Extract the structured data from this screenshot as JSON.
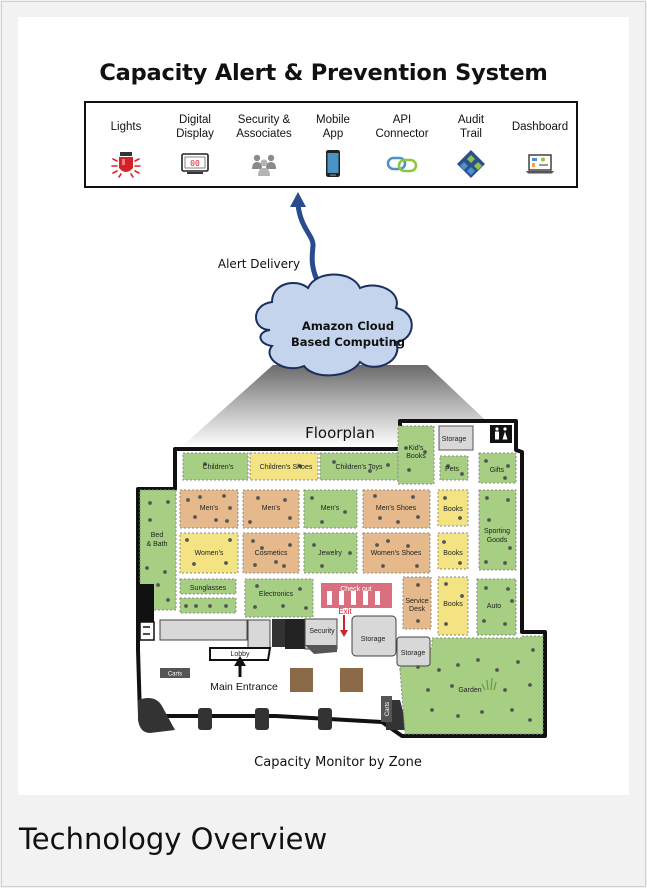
{
  "title": "Capacity Alert & Prevention System",
  "channels": [
    {
      "label": "Lights",
      "icon": "siren-light-icon"
    },
    {
      "label": "Digital\nDisplay",
      "icon": "digital-display-icon"
    },
    {
      "label": "Security &\nAssociates",
      "icon": "people-group-icon"
    },
    {
      "label": "Mobile\nApp",
      "icon": "smartphone-icon"
    },
    {
      "label": "API\nConnector",
      "icon": "chain-link-icon"
    },
    {
      "label": "Audit\nTrail",
      "icon": "audit-diamond-icon"
    },
    {
      "label": "Dashboard",
      "icon": "dashboard-laptop-icon"
    }
  ],
  "display_digits": "00",
  "alert_delivery": "Alert Delivery",
  "cloud": {
    "line1": "Amazon Cloud",
    "line2": "Based Computing"
  },
  "floorplan": {
    "title": "Floorplan",
    "zones": {
      "childrens": "Children's",
      "childrens_shoes": "Children's Shoes",
      "childrens_toys": "Children's Toys",
      "kids_books": "Kid's\nBooks",
      "storage_top": "Storage",
      "pets": "Pets",
      "gifts": "Gifts",
      "mens1": "Men's",
      "mens2": "Men's",
      "mens3": "Men's",
      "mens_shoes": "Men's Shoes",
      "books1": "Books",
      "books2": "Books",
      "books3": "Books",
      "sporting_goods": "Sporting\nGoods",
      "bed_bath": "Bed\n& Bath",
      "womens": "Women's",
      "cosmetics": "Cosmetics",
      "jewelry": "Jewelry",
      "womens_shoes": "Women's Shoes",
      "sunglasses": "Sunglasses",
      "electronics": "Electronics",
      "checkout": "Check out",
      "service_desk": "Service\nDesk",
      "auto": "Auto",
      "exit": "Exit",
      "security": "Security",
      "storage_mid": "Storage",
      "storage_low": "Storage",
      "lobby": "Lobby",
      "carts_left": "Carts",
      "carts_right": "Carts",
      "garden": "Garden",
      "main_entrance": "Main Entrance"
    },
    "caption": "Capacity Monitor by Zone"
  },
  "footer_title": "Technology  Overview",
  "colors": {
    "zone_green": "#a6cf84",
    "zone_tan": "#e5b98b",
    "zone_yellow": "#f3e383",
    "checkout_pink": "#d96e7f",
    "arrow_blue": "#2a4b8e",
    "cloud_blue": "#c4d4ec",
    "exit_red": "#c9242a"
  }
}
